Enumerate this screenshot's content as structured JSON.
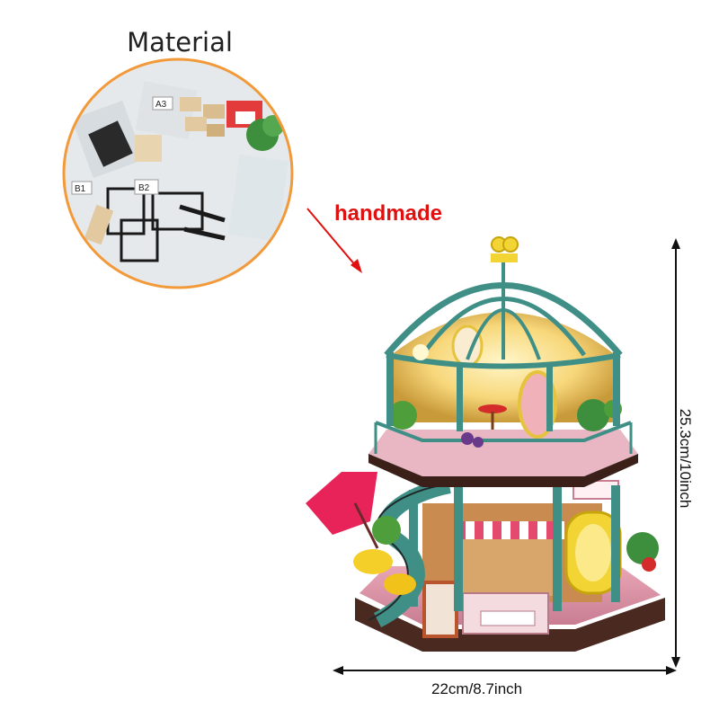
{
  "labels": {
    "material": "Material",
    "handmade": "handmade",
    "width": "22cm/8.7inch",
    "height": "25.3cm/10inch"
  },
  "icons": {
    "materials_photo": "circular-photo-of-bagged-kit-parts",
    "arrow": "red-diagonal-arrow",
    "house": "miniature-dome-dollhouse"
  },
  "colors": {
    "circle_border": "#f29a3a",
    "handmade": "#e01010",
    "dome_frame": "#3f8f86",
    "base": "#d98ca0",
    "umbrella": "#e8235a"
  }
}
